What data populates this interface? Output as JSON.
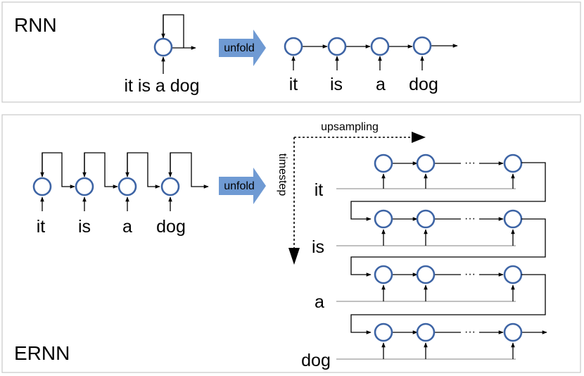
{
  "colors": {
    "node_stroke": "#3d64a5",
    "unfold_arrow": "#6f9ad3",
    "panel_border": "#c8c8c8"
  },
  "rnn": {
    "label": "RNN",
    "input_sentence": "it is a dog",
    "unfold_label": "unfold",
    "words": [
      "it",
      "is",
      "a",
      "dog"
    ]
  },
  "ernn": {
    "label": "ERNN",
    "unfold_label": "unfold",
    "words": [
      "it",
      "is",
      "a",
      "dog"
    ],
    "upsampling_label": "upsampling",
    "timestep_label": "timestep",
    "ellipsis": "···"
  }
}
